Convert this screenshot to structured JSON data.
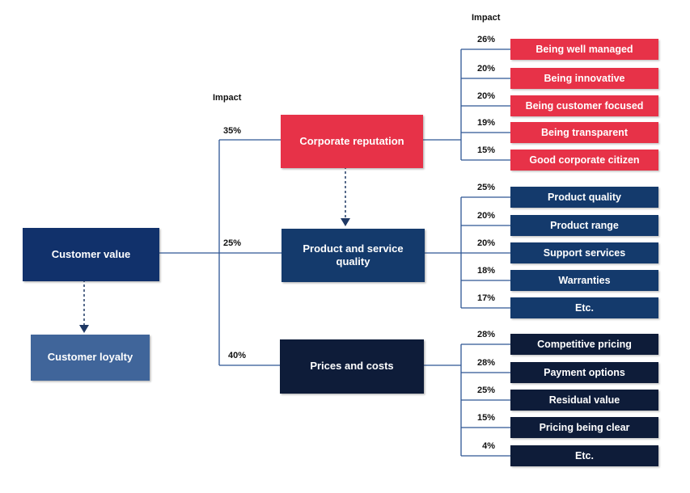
{
  "diagram": {
    "impact_left_label": "Impact",
    "impact_right_label": "Impact",
    "root": {
      "label": "Customer value"
    },
    "outcome": {
      "label": "Customer loyalty"
    },
    "drivers": [
      {
        "label": "Corporate reputation",
        "impact": "35%",
        "color": "#E73248",
        "items": [
          {
            "label": "Being well managed",
            "impact": "26%"
          },
          {
            "label": "Being innovative",
            "impact": "20%"
          },
          {
            "label": "Being customer focused",
            "impact": "20%"
          },
          {
            "label": "Being transparent",
            "impact": "19%"
          },
          {
            "label": "Good corporate citizen",
            "impact": "15%"
          }
        ]
      },
      {
        "label": "Product and service quality",
        "impact": "25%",
        "color": "#143A6C",
        "items": [
          {
            "label": "Product quality",
            "impact": "25%"
          },
          {
            "label": "Product range",
            "impact": "20%"
          },
          {
            "label": "Support services",
            "impact": "20%"
          },
          {
            "label": "Warranties",
            "impact": "18%"
          },
          {
            "label": "Etc.",
            "impact": "17%"
          }
        ]
      },
      {
        "label": "Prices and costs",
        "impact": "40%",
        "color": "#0E1C39",
        "items": [
          {
            "label": "Competitive pricing",
            "impact": "28%"
          },
          {
            "label": "Payment options",
            "impact": "28%"
          },
          {
            "label": "Residual value",
            "impact": "25%"
          },
          {
            "label": "Pricing being clear",
            "impact": "15%"
          },
          {
            "label": "Etc.",
            "impact": "4%"
          }
        ]
      }
    ],
    "colors": {
      "red": "#E73248",
      "navy": "#143A6C",
      "dark_navy": "#0E1C39",
      "steel_blue": "#40659A",
      "root_navy": "#11316B",
      "connector_line": "#2E5694",
      "dashed_arrow": "#1F3864",
      "label_text": "#111111"
    }
  }
}
